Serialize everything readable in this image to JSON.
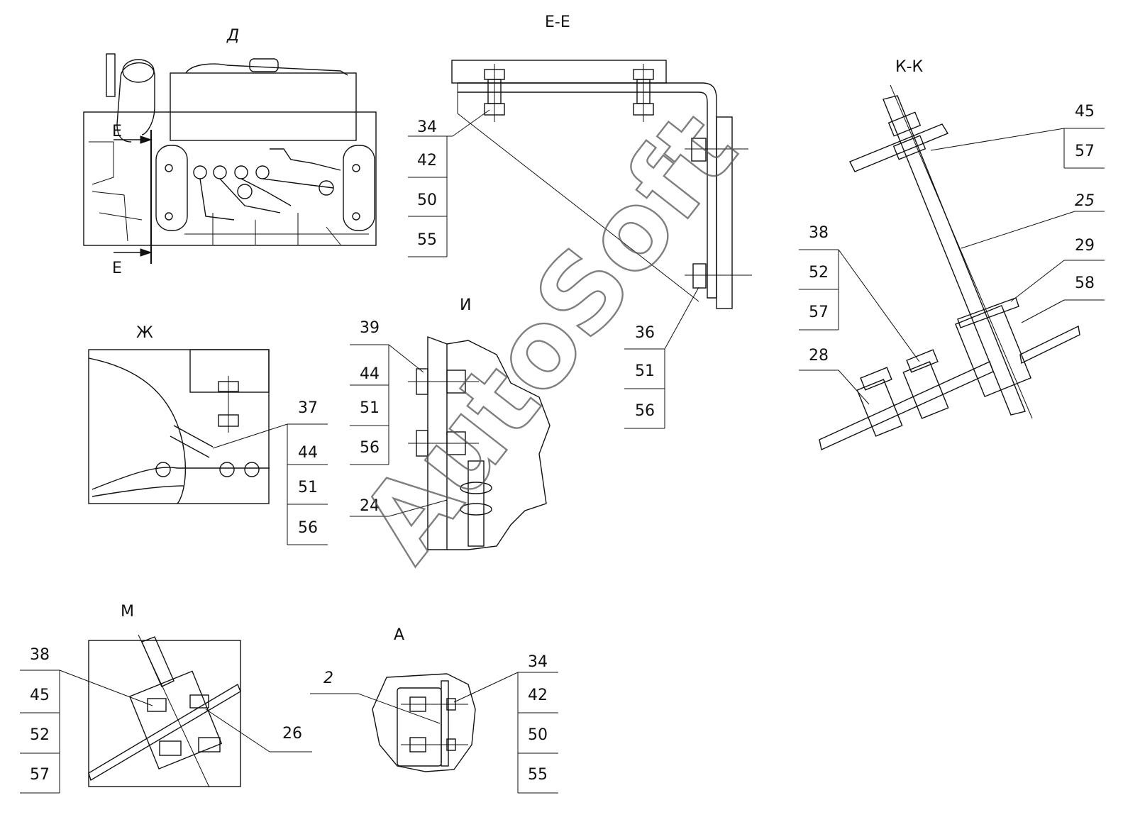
{
  "views": {
    "d": "Д",
    "ee": "Е-Е",
    "kk": "К-К",
    "zh": "Ж",
    "i": "И",
    "m": "М",
    "a": "А"
  },
  "section_marks": {
    "e_top": "Е",
    "e_bottom": "Е"
  },
  "callouts": {
    "ee_stack": [
      "34",
      "42",
      "50",
      "55"
    ],
    "ee_stack2": [
      "36",
      "51",
      "56"
    ],
    "kk_top": [
      "45",
      "57"
    ],
    "kk_25": "25",
    "kk_29": "29",
    "kk_58": "58",
    "kk_left": [
      "38",
      "52",
      "57"
    ],
    "kk_28": "28",
    "zh_stack": [
      "37",
      "44",
      "51",
      "56"
    ],
    "i_stack": [
      "39",
      "44",
      "51",
      "56"
    ],
    "i_24": "24",
    "m_stack": [
      "38",
      "45",
      "52",
      "57"
    ],
    "m_26": "26",
    "a_2": "2",
    "a_stack": [
      "34",
      "42",
      "50",
      "55"
    ]
  },
  "watermark": "AutoSoft"
}
